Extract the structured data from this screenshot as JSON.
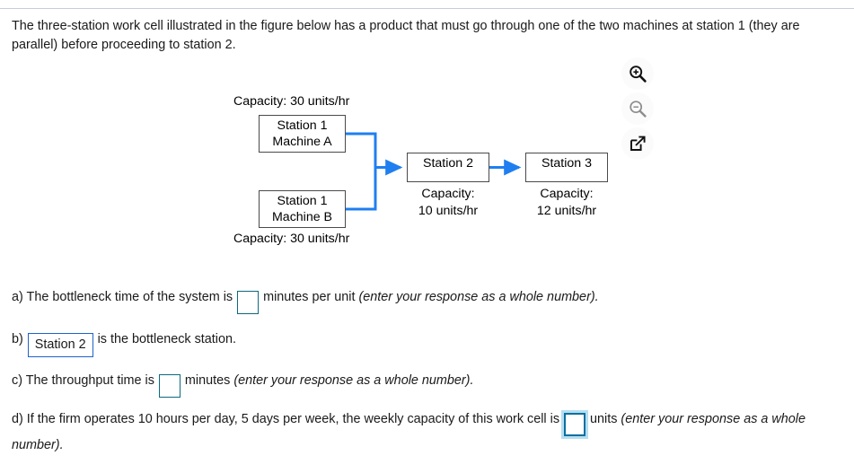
{
  "prompt": {
    "text": "The three-station work cell illustrated in the figure below has a product that must go through one of the two machines at station 1 (they are parallel) before proceeding to station 2."
  },
  "toolbar": {
    "items": [
      {
        "name": "zoom-in-icon",
        "label": "Zoom in",
        "state": "active"
      },
      {
        "name": "zoom-out-icon",
        "label": "Zoom out",
        "state": "inactive"
      },
      {
        "name": "open-in-new-window-icon",
        "label": "Open in new window",
        "state": "active"
      }
    ]
  },
  "diagram": {
    "capacity_machine_a": "Capacity: 30 units/hr",
    "capacity_machine_b": "Capacity: 30 units/hr",
    "nodes": [
      {
        "id": "station1-machine-a",
        "line1": "Station 1",
        "line2": "Machine A"
      },
      {
        "id": "station1-machine-b",
        "line1": "Station 1",
        "line2": "Machine B"
      },
      {
        "id": "station2",
        "line1": "Station 2"
      },
      {
        "id": "station3",
        "line1": "Station 3"
      }
    ],
    "station2_capacity_line1": "Capacity:",
    "station2_capacity_line2": "10 units/hr",
    "station3_capacity_line1": "Capacity:",
    "station3_capacity_line2": "12 units/hr",
    "connector_color": "#1f7ff0",
    "node_border_color": "#4a4a4a"
  },
  "answers": {
    "a": {
      "prefix": "a) The bottleneck time of the system is",
      "input_value": "",
      "suffix": "minutes per unit",
      "hint": "(enter your response as a whole number)."
    },
    "b": {
      "prefix": "b)",
      "select_value": "Station 2",
      "suffix": "is the bottleneck station."
    },
    "c": {
      "prefix": "c) The throughput time is",
      "input_value": "",
      "suffix": "minutes",
      "hint": "(enter your response as a whole number)."
    },
    "d": {
      "prefix": "d) If the firm operates 10 hours per day, 5 days per week, the weekly capacity of this work cell is",
      "input_value": "",
      "suffix": "units",
      "hint": "(enter your response as a whole number)."
    }
  }
}
